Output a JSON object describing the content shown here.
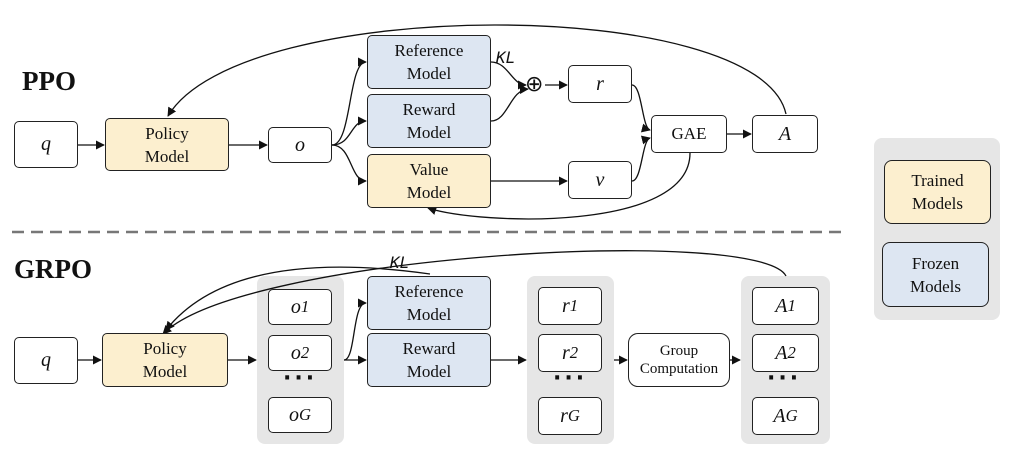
{
  "ppo": {
    "title": "PPO",
    "q": "q",
    "policy": "Policy\nModel",
    "o": "o",
    "reference": "Reference\nModel",
    "reward": "Reward\nModel",
    "value": "Value\nModel",
    "kl": "KL",
    "oplus": "⊕",
    "r": "r",
    "v": "v",
    "gae": "GAE",
    "a": "A"
  },
  "grpo": {
    "title": "GRPO",
    "q": "q",
    "policy": "Policy\nModel",
    "outputs": [
      "o",
      "o",
      "o"
    ],
    "output_subs": [
      "1",
      "2",
      "G"
    ],
    "dots": "···",
    "kl": "KL",
    "reference": "Reference\nModel",
    "reward": "Reward\nModel",
    "rewards": [
      "r",
      "r",
      "r"
    ],
    "reward_subs": [
      "1",
      "2",
      "G"
    ],
    "group": "Group\nComputation",
    "advantages": [
      "A",
      "A",
      "A"
    ],
    "advantage_subs": [
      "1",
      "2",
      "G"
    ]
  },
  "legend": {
    "trained": "Trained\nModels",
    "frozen": "Frozen\nModels"
  },
  "colors": {
    "trained": "#fcefcf",
    "frozen": "#dde6f2",
    "group_bg": "#e6e6e6",
    "divider": "#777777"
  }
}
